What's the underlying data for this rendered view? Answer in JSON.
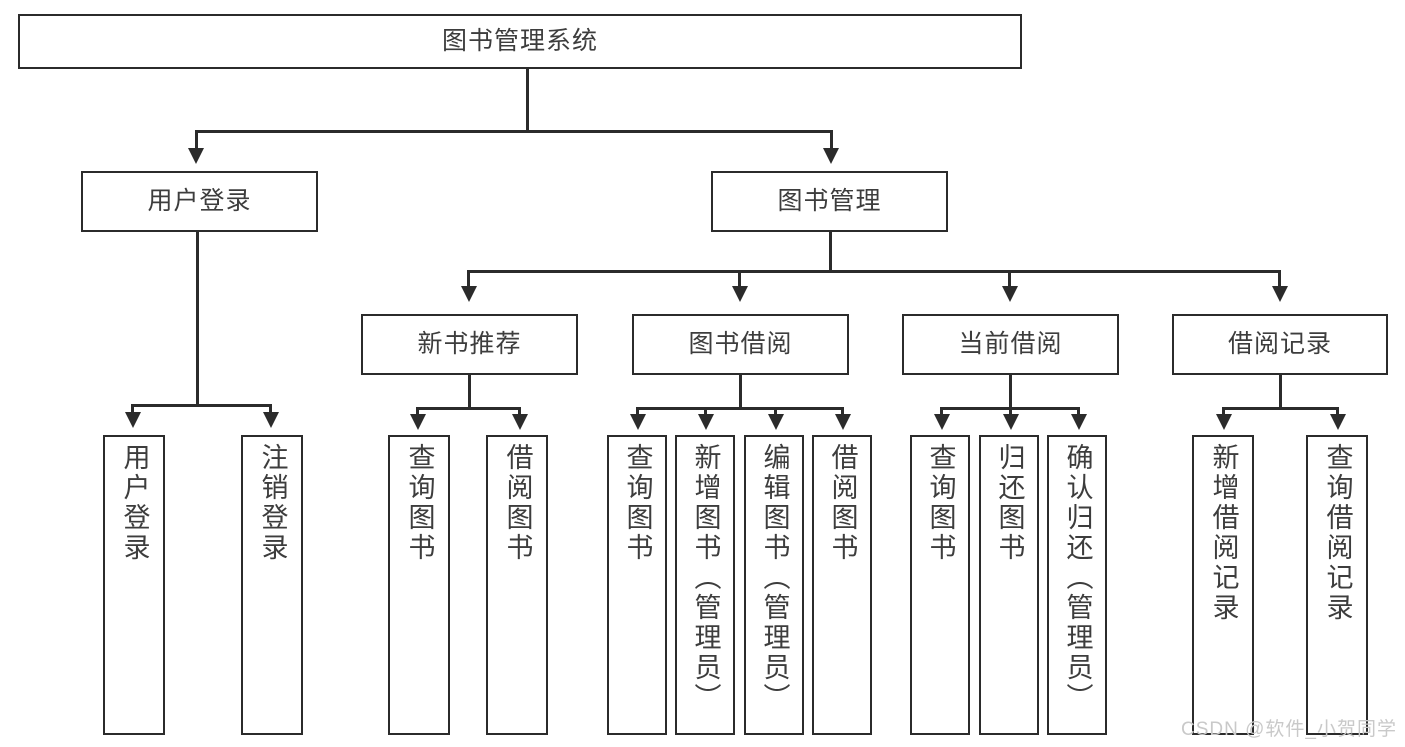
{
  "diagram": {
    "title": "图书管理系统",
    "type": "tree-hierarchy",
    "root": {
      "label": "图书管理系统"
    },
    "level2": [
      {
        "label": "用户登录"
      },
      {
        "label": "图书管理"
      }
    ],
    "level3": [
      {
        "label": "新书推荐"
      },
      {
        "label": "图书借阅"
      },
      {
        "label": "当前借阅"
      },
      {
        "label": "借阅记录"
      }
    ],
    "leaves": {
      "user_login": [
        {
          "label": "用户登录"
        },
        {
          "label": "注销登录"
        }
      ],
      "new_book_recommend": [
        {
          "label": "查询图书"
        },
        {
          "label": "借阅图书"
        }
      ],
      "book_borrow": [
        {
          "label": "查询图书"
        },
        {
          "label": "新增图书（管理员）"
        },
        {
          "label": "编辑图书（管理员）"
        },
        {
          "label": "借阅图书"
        }
      ],
      "current_borrow": [
        {
          "label": "查询图书"
        },
        {
          "label": "归还图书"
        },
        {
          "label": "确认归还（管理员）"
        }
      ],
      "borrow_record": [
        {
          "label": "新增借阅记录"
        },
        {
          "label": "查询借阅记录"
        }
      ]
    }
  },
  "watermark": {
    "text": "CSDN @软件_小贺同学"
  },
  "colors": {
    "stroke": "#2b2b2b",
    "text": "#3d3d3d",
    "background": "#ffffff",
    "watermark": "#c9c9c9"
  }
}
